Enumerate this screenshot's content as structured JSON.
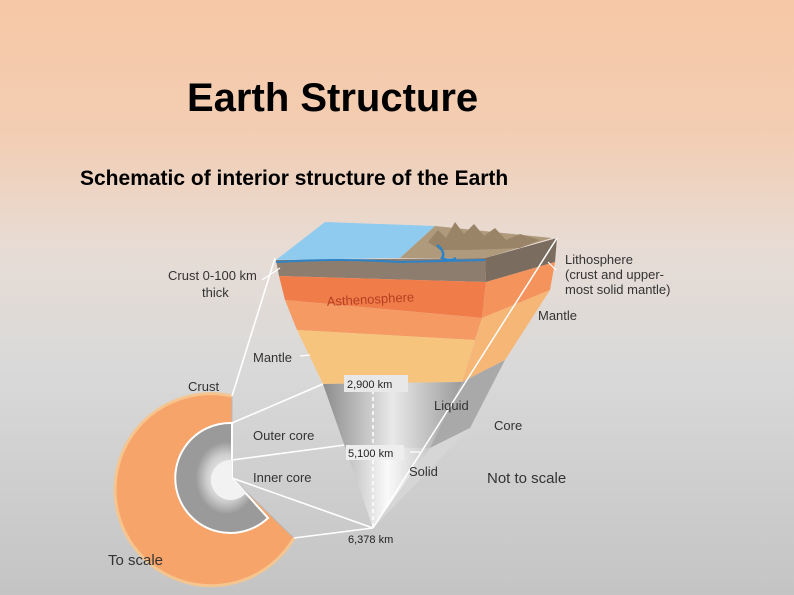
{
  "slide": {
    "title": "Earth Structure",
    "subtitle": "Schematic of interior structure of the Earth"
  },
  "diagram": {
    "labels": {
      "crust_thickness_1": "Crust 0-100 km",
      "crust_thickness_2": "thick",
      "lithosphere_1": "Lithosphere",
      "lithosphere_2": "(crust and upper-",
      "lithosphere_3": "most solid mantle)",
      "asthenosphere": "Asthenosphere",
      "mantle_right": "Mantle",
      "mantle_left": "Mantle",
      "crust": "Crust",
      "depth_2900": "2,900 km",
      "liquid": "Liquid",
      "outer_core": "Outer core",
      "core": "Core",
      "depth_5100": "5,100 km",
      "inner_core": "Inner core",
      "solid": "Solid",
      "not_to_scale": "Not to scale",
      "depth_6378": "6,378 km",
      "to_scale": "To scale"
    },
    "colors": {
      "ocean": "#8fcbee",
      "land": "#a89275",
      "lithosphere": "#8a7a6a",
      "asthenosphere": "#f07c4a",
      "upper_mantle": "#f6a26a",
      "lower_mantle": "#f7cf86",
      "outer_core": "#a9a9a9",
      "inner_core": "#e4e4e4"
    }
  }
}
